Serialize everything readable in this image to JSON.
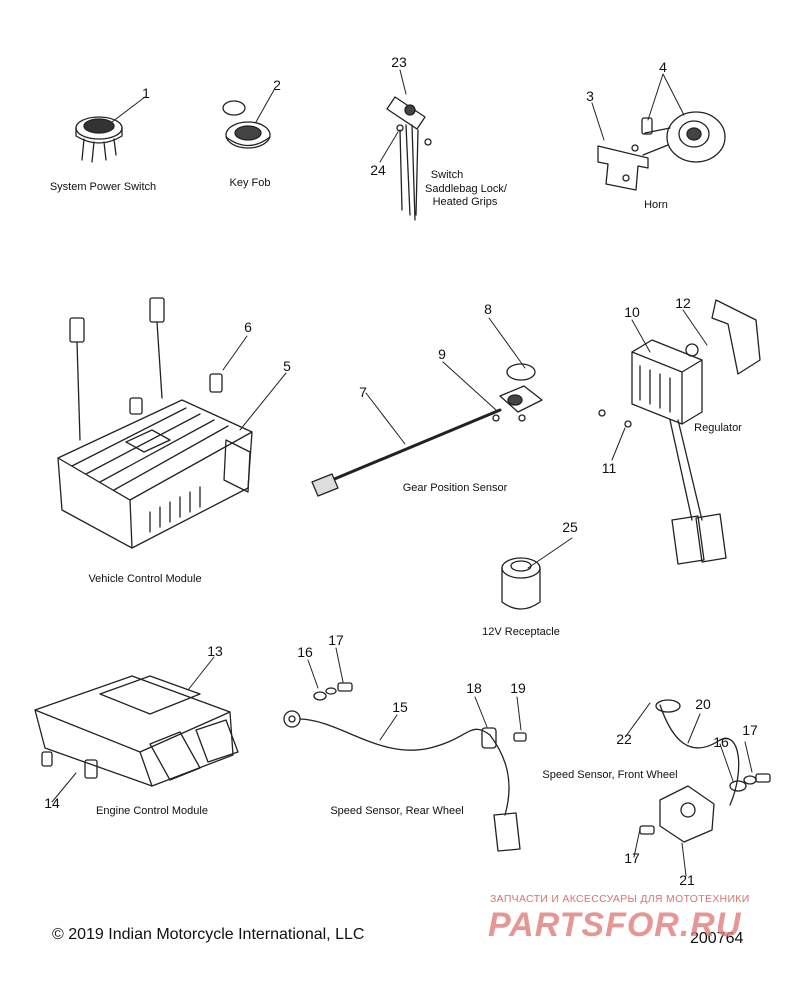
{
  "callouts": [
    "1",
    "2",
    "23",
    "24",
    "3",
    "4",
    "6",
    "5",
    "7",
    "8",
    "9",
    "10",
    "12",
    "11",
    "25",
    "13",
    "14",
    "16",
    "17",
    "15",
    "18",
    "19",
    "22",
    "20",
    "17",
    "16",
    "17",
    "21"
  ],
  "labels": {
    "system_power_switch": "System Power Switch",
    "key_fob": "Key Fob",
    "switch_1": "Switch",
    "switch_2": "Saddlebag Lock/",
    "switch_3": "Heated Grips",
    "horn": "Horn",
    "vehicle_control_module": "Vehicle Control Module",
    "gear_position_sensor": "Gear Position Sensor",
    "regulator": "Regulator",
    "receptacle_12v": "12V Receptacle",
    "engine_control_module": "Engine Control Module",
    "speed_sensor_rear": "Speed Sensor, Rear Wheel",
    "speed_sensor_front": "Speed Sensor, Front Wheel"
  },
  "footer": {
    "copyright": "© 2019 Indian Motorcycle International, LLC",
    "drawing_number": "200764"
  },
  "watermark": {
    "tagline": "ЗАПЧАСТИ И АКСЕССУАРЫ ДЛЯ МОТОТЕХНИКИ",
    "logo": "PARTSFOR.RU"
  }
}
